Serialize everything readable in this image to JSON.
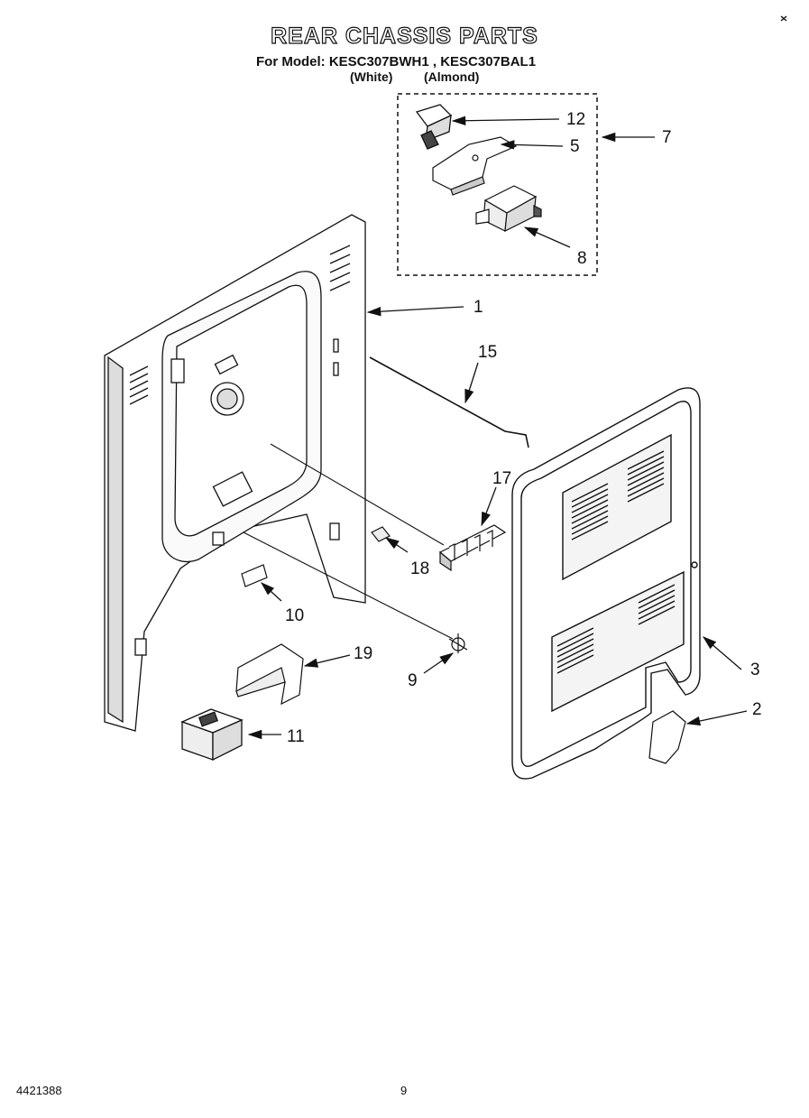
{
  "header": {
    "title": "REAR CHASSIS PARTS",
    "model_line": "For Model: KESC307BWH1 , KESC307BAL1",
    "color_white": "(White)",
    "color_almond": "(Almond)"
  },
  "callouts": {
    "p1": "1",
    "p2": "2",
    "p3": "3",
    "p5": "5",
    "p7": "7",
    "p8": "8",
    "p9": "9",
    "p10": "10",
    "p11": "11",
    "p12": "12",
    "p15": "15",
    "p17": "17",
    "p18": "18",
    "p19": "19"
  },
  "footer": {
    "doc_number": "4421388",
    "page_number": "9"
  }
}
